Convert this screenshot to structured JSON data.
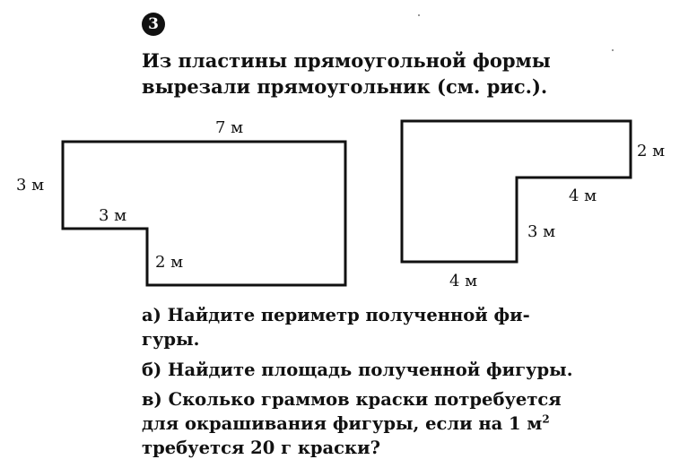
{
  "problem": {
    "number": "3",
    "intro_line1": "Из пластины прямоугольной формы",
    "intro_line2": "вырезали прямоугольник (см. рис.)."
  },
  "figure_left": {
    "top": "7 м",
    "left": "3 м",
    "notch_width": "3 м",
    "notch_height": "2 м"
  },
  "figure_right": {
    "right": "2 м",
    "step_width": "4 м",
    "step_height": "3 м",
    "bottom": "4 м"
  },
  "questions": {
    "a_line1": "а) Найдите периметр полученной фи-",
    "a_line2": "гуры.",
    "b": "б) Найдите площадь полученной фигуры.",
    "c_line1": "в) Сколько граммов краски потребуется",
    "c_line2": "для окрашивания фигуры, если на 1 м",
    "c_line2_sup": "2",
    "c_line3": "требуется 20 г краски?"
  }
}
